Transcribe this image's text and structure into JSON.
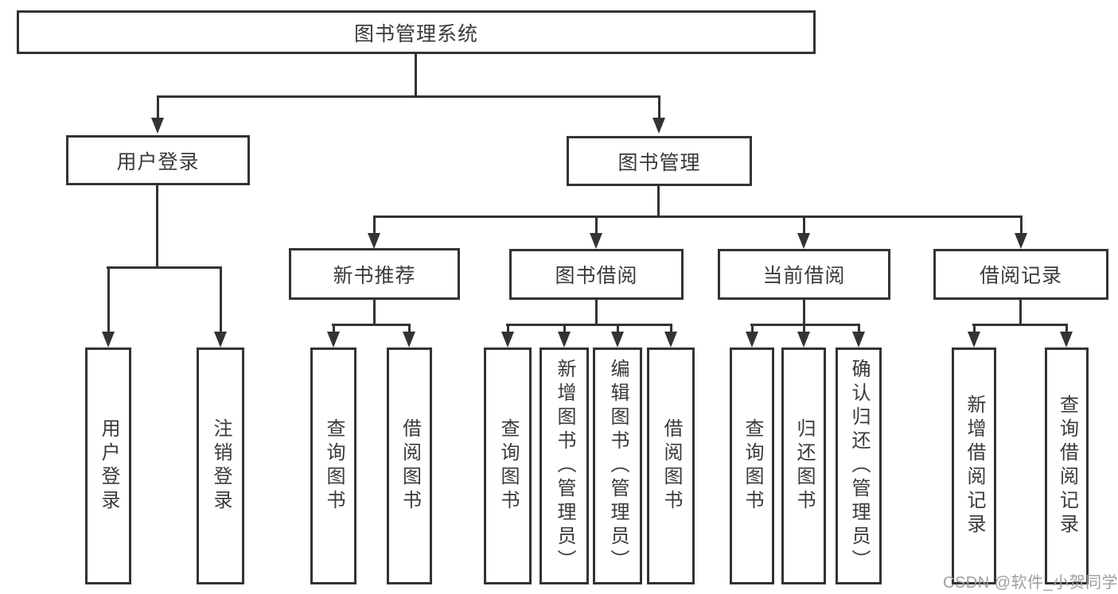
{
  "watermark": {
    "text": "CSDN @软件_小贺同学"
  },
  "tree": {
    "id": "library-system",
    "label": "图书管理系统",
    "children": [
      {
        "id": "user-login-module",
        "label": "用户登录",
        "children": [
          {
            "id": "login",
            "label": "用户登录"
          },
          {
            "id": "logout",
            "label": "注销登录"
          }
        ]
      },
      {
        "id": "book-management",
        "label": "图书管理",
        "children": [
          {
            "id": "new-book-recommend",
            "label": "新书推荐",
            "children": [
              {
                "id": "nbr-query-books",
                "label": "查询图书"
              },
              {
                "id": "nbr-borrow-books",
                "label": "借阅图书"
              }
            ]
          },
          {
            "id": "book-borrow",
            "label": "图书借阅",
            "children": [
              {
                "id": "bb-query-books",
                "label": "查询图书"
              },
              {
                "id": "bb-add-books-admin",
                "label": "新增图书（管理员）"
              },
              {
                "id": "bb-edit-books-admin",
                "label": "编辑图书（管理员）"
              },
              {
                "id": "bb-borrow-books",
                "label": "借阅图书"
              }
            ]
          },
          {
            "id": "current-borrow",
            "label": "当前借阅",
            "children": [
              {
                "id": "cb-query-books",
                "label": "查询图书"
              },
              {
                "id": "cb-return-books",
                "label": "归还图书"
              },
              {
                "id": "cb-confirm-return-admin",
                "label": "确认归还（管理员）"
              }
            ]
          },
          {
            "id": "borrow-records",
            "label": "借阅记录",
            "children": [
              {
                "id": "br-add-record",
                "label": "新增借阅记录"
              },
              {
                "id": "br-query-record",
                "label": "查询借阅记录"
              }
            ]
          }
        ]
      }
    ]
  }
}
